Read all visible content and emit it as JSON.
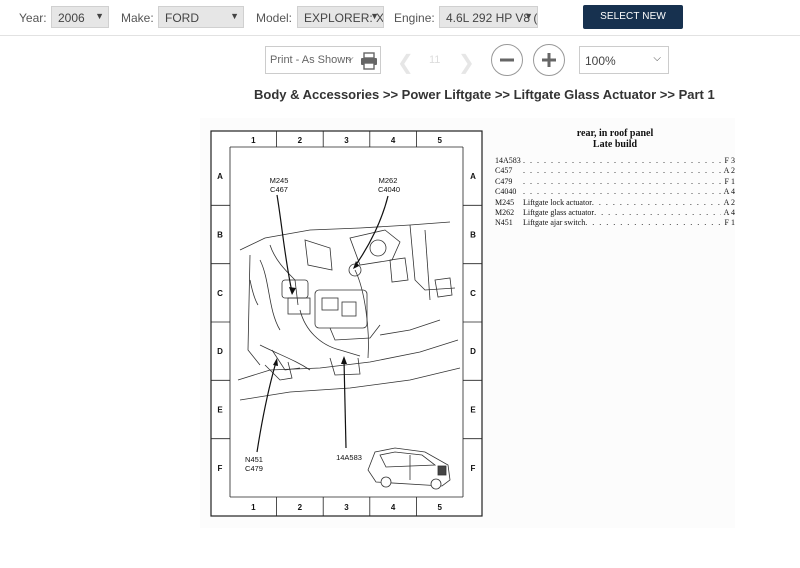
{
  "vehicle_bar": {
    "year_label": "Year:",
    "year_value": "2006",
    "make_label": "Make:",
    "make_value": "FORD",
    "model_label": "Model:",
    "model_value": "EXPLORER: XL",
    "engine_label": "Engine:",
    "engine_value": "4.6L 292 HP V8 (",
    "select_new_label": "SELECT NEW VEHICLE"
  },
  "toolbar": {
    "print_option": "Print - As Shown",
    "page_number": "11",
    "zoom_value": "100%"
  },
  "breadcrumb": "Body & Accessories >> Power Liftgate >> Liftgate Glass Actuator >> Part 1",
  "diagram": {
    "columns": [
      "1",
      "2",
      "3",
      "4",
      "5"
    ],
    "rows": [
      "A",
      "B",
      "C",
      "D",
      "E",
      "F"
    ],
    "callouts": [
      {
        "label": "M245"
      },
      {
        "label": "C467"
      },
      {
        "label": "M262"
      },
      {
        "label": "C4040"
      },
      {
        "label": "N451"
      },
      {
        "label": "C479"
      },
      {
        "label": "14A583"
      }
    ]
  },
  "legend": {
    "title_line1": "rear, in roof panel",
    "title_line2": "Late build",
    "items": [
      {
        "code": "14A583",
        "desc": "",
        "loc": "F 3"
      },
      {
        "code": "C457",
        "desc": "",
        "loc": "A 2"
      },
      {
        "code": "C479",
        "desc": "",
        "loc": "F 1"
      },
      {
        "code": "C4040",
        "desc": "",
        "loc": "A 4"
      },
      {
        "code": "M245",
        "desc": "Liftgate lock actuator",
        "loc": "A 2"
      },
      {
        "code": "M262",
        "desc": "Liftgate glass actuator",
        "loc": "A 4"
      },
      {
        "code": "N451",
        "desc": "Liftgate ajar switch",
        "loc": "F 1"
      }
    ]
  }
}
